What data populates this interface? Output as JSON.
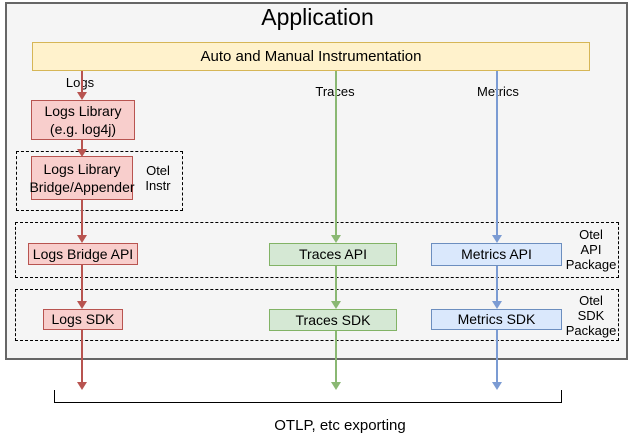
{
  "title": "Application",
  "instrumentation_box": "Auto and Manual Instrumentation",
  "flow_labels": {
    "logs": "Logs",
    "traces": "Traces",
    "metrics": "Metrics"
  },
  "logs_library_box": {
    "line1": "Logs Library",
    "line2": "(e.g. log4j)"
  },
  "bridge_box": {
    "line1": "Logs Library",
    "line2": "Bridge/Appender"
  },
  "otel_instr_label": {
    "line1": "Otel",
    "line2": "Instr"
  },
  "api_row": {
    "logs": "Logs Bridge API",
    "traces": "Traces API",
    "metrics": "Metrics API"
  },
  "api_package_label": {
    "line1": "Otel",
    "line2": "API",
    "line3": "Package"
  },
  "sdk_row": {
    "logs": "Logs SDK",
    "traces": "Traces SDK",
    "metrics": "Metrics SDK"
  },
  "sdk_package_label": {
    "line1": "Otel",
    "line2": "SDK",
    "line3": "Package"
  },
  "footer_label": "OTLP, etc exporting",
  "colors": {
    "app_fill": "#f5f5f5",
    "app_border": "#666666",
    "instrumentation_fill": "#fff2cc",
    "instrumentation_border": "#d6b656",
    "logs_fill": "#f8cecc",
    "logs_accent": "#b85450",
    "traces_fill": "#d5e8d4",
    "traces_accent": "#82b366",
    "metrics_fill": "#dae8fc",
    "metrics_accent": "#6c8ebf"
  }
}
